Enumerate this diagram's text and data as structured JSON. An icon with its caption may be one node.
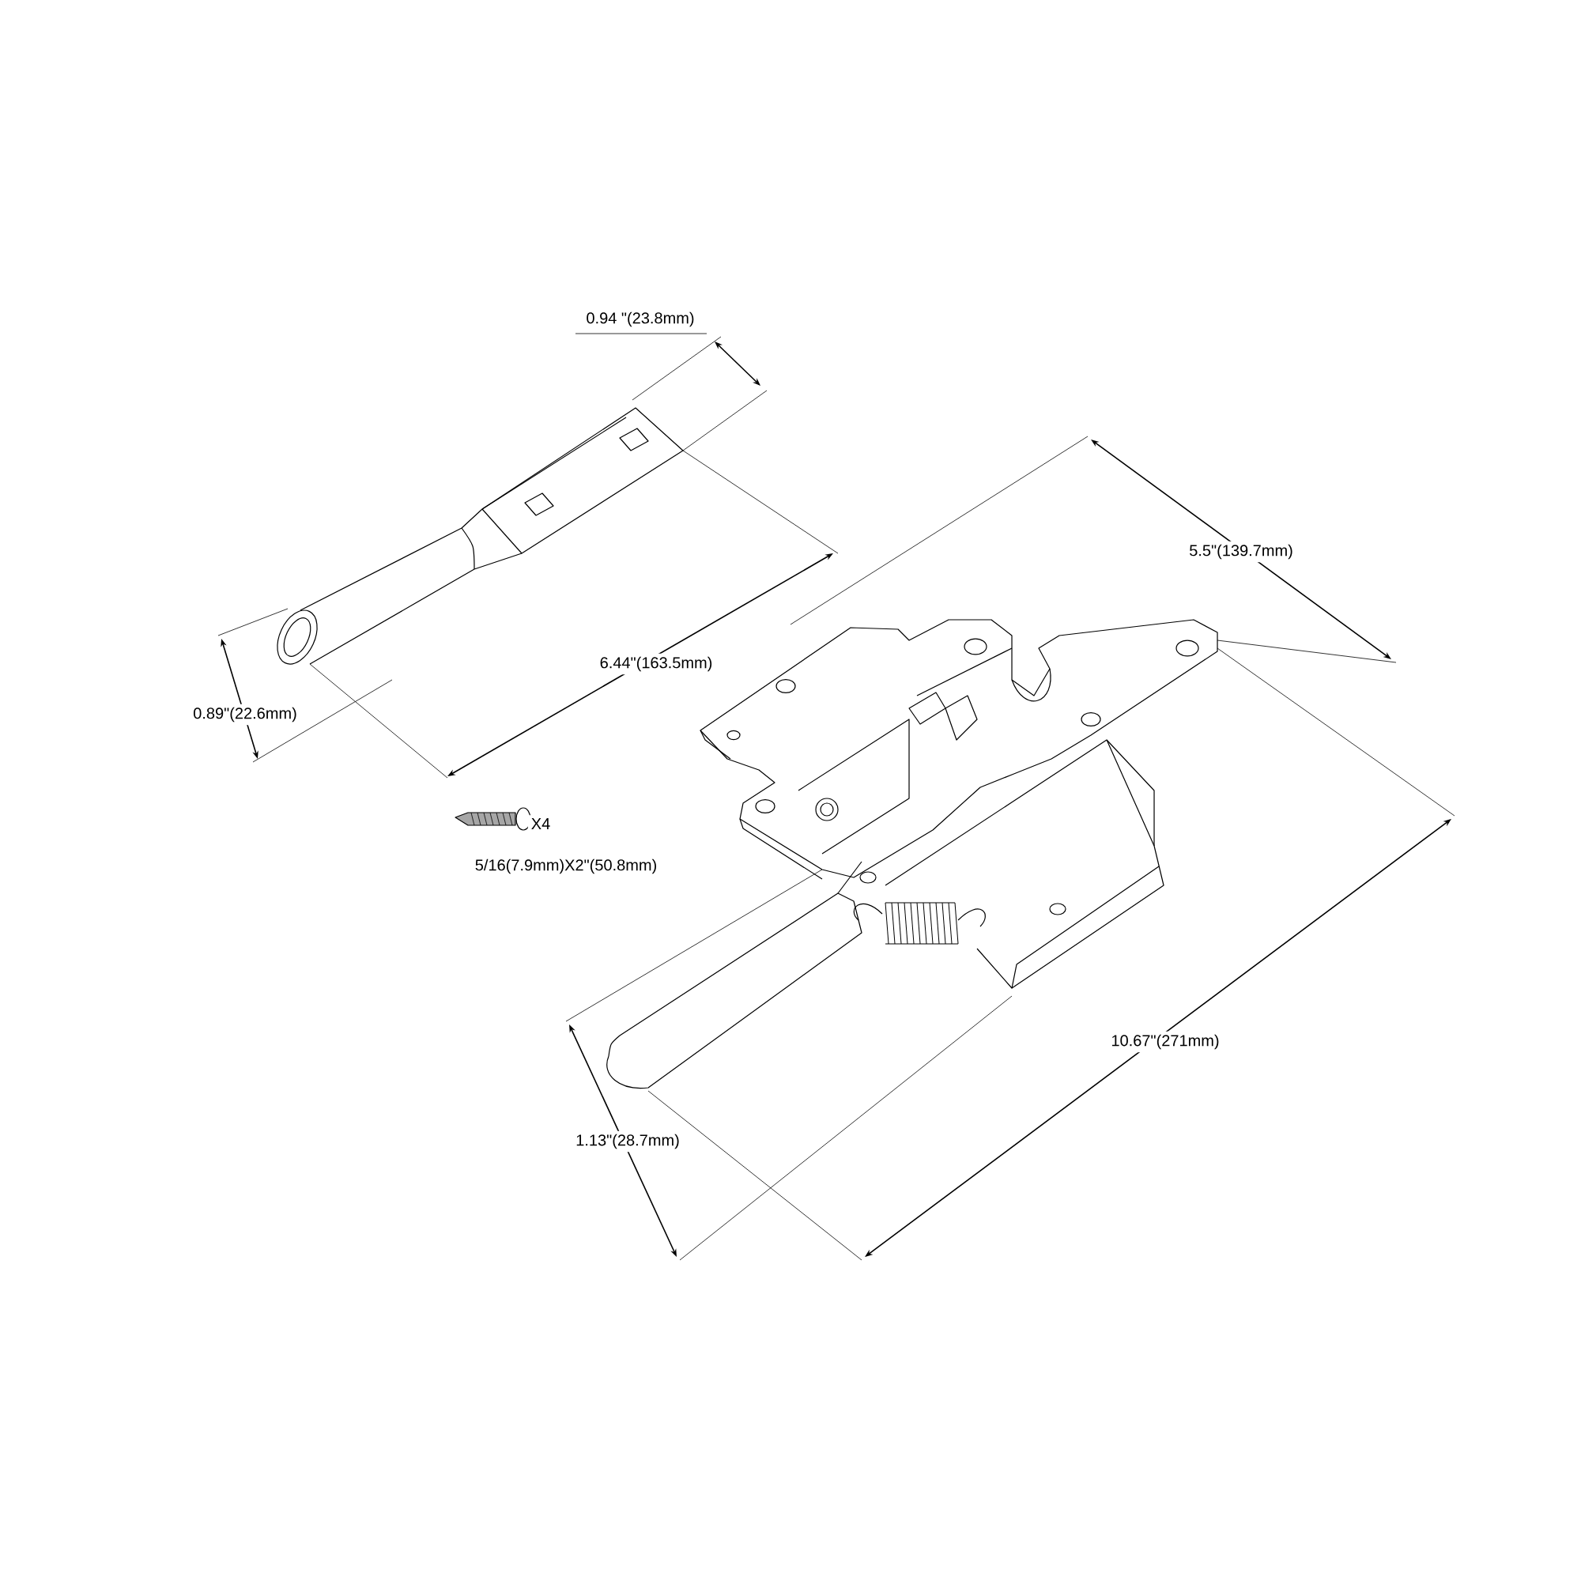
{
  "diagram": {
    "labels": [
      "0.94 \"(23.8mm)",
      "0.89\"(22.6mm)",
      "6.44\"(163.5mm)",
      "X4",
      "5/16(7.9mm)X2\"(50.8mm)",
      "5.5\"(139.7mm)",
      "10.67\"(271mm)",
      "1.13\"(28.7mm)"
    ]
  }
}
